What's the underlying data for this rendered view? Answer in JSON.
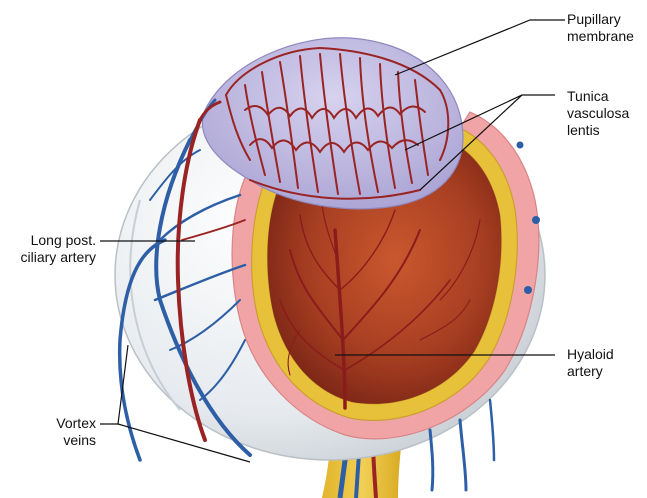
{
  "labels": {
    "pupillary_membrane": {
      "line1": "Pupillary",
      "line2": "membrane"
    },
    "tunica_vasculosa_lentis": {
      "line1": "Tunica",
      "line2": "vasculosa",
      "line3": "lentis"
    },
    "long_post_ciliary_artery": {
      "line1": "Long post.",
      "line2": "ciliary artery"
    },
    "hyaloid_artery": {
      "line1": "Hyaloid",
      "line2": "artery"
    },
    "vortex_veins": {
      "line1": "Vortex",
      "line2": "veins"
    }
  },
  "colors": {
    "lens": "#b9b3dc",
    "artery": "#9a2424",
    "vein": "#2e5fa6",
    "sclera": "#e8ecef",
    "pink_layer": "#f1a4a6",
    "yellow_layer": "#e7c13a",
    "interior": "#b5452a"
  }
}
